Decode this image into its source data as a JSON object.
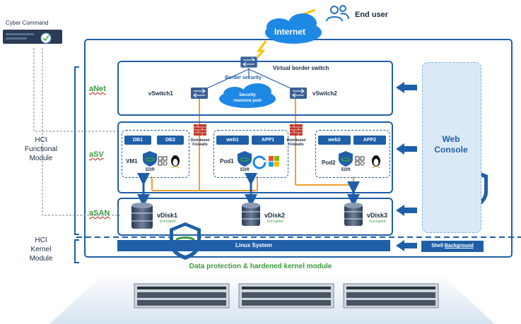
{
  "labels": {
    "cyber_command": "Cyber Command",
    "end_user": "End user",
    "internet": "Internet",
    "virtual_border_switch": "Virtual border switch",
    "border_security": "Border security",
    "vswitch1": "vSwitch1",
    "vswitch2": "vSwitch2",
    "security_pool_line1": "Security",
    "security_pool_line2": "resource pool",
    "anet": "aNet",
    "asv": "aSV",
    "asan": "aSAN",
    "hci_functional_line1": "HCI",
    "hci_functional_line2": "Functional",
    "hci_functional_line3": "Module",
    "hci_kernel_line1": "HCI",
    "hci_kernel_line2": "Kernel",
    "hci_kernel_line3": "Module",
    "web_console_line1": "Web",
    "web_console_line2": "Console",
    "linux_system": "Linux System",
    "shell_prefix": "Shell ",
    "shell_underlined": "Background",
    "footer": "Data protection & hardened kernel  module",
    "distributed_firewalls_line1": "Distributed",
    "distributed_firewalls_line2": "Firewalls",
    "edr": "EDR",
    "encrypted": "Encrypted"
  },
  "workloads": [
    {
      "name": "VM1",
      "tags": [
        "DB1",
        "DB2"
      ]
    },
    {
      "name": "Pod1",
      "tags": [
        "web1",
        "APP1"
      ]
    },
    {
      "name": "Pod2",
      "tags": [
        "web2",
        "APP2"
      ]
    }
  ],
  "vdisks": [
    "vDisk1",
    "vDisk2",
    "vDisk3"
  ],
  "colors": {
    "primary_blue": "#1f5fa8",
    "dark_text": "#1a2a44",
    "accent_green": "#3c9a3c",
    "connector_orange": "#f0a030",
    "firewall_red": "#c0392b",
    "internet_cloud": "#1e88e5"
  },
  "icons": [
    "user-icon",
    "cloud-icon",
    "switch-icon",
    "firewall-icon",
    "shield-icon",
    "disk-icon",
    "linux-icon",
    "windows-icon",
    "edge-icon",
    "server-icon",
    "arrow-icon"
  ]
}
